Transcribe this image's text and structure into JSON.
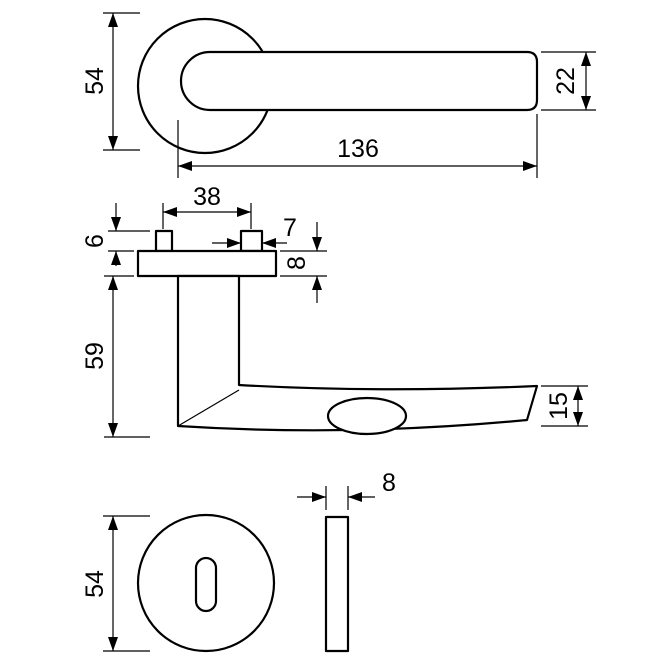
{
  "dimensions": {
    "top_rose_diameter": "54",
    "lever_thickness": "22",
    "lever_length": "136",
    "spindle_spacing": "38",
    "post_width": "7",
    "post_height": "6",
    "rose_thickness": "8",
    "lever_height": "59",
    "grip_height": "15",
    "escutcheon_diameter": "54",
    "escutcheon_thickness": "8"
  }
}
